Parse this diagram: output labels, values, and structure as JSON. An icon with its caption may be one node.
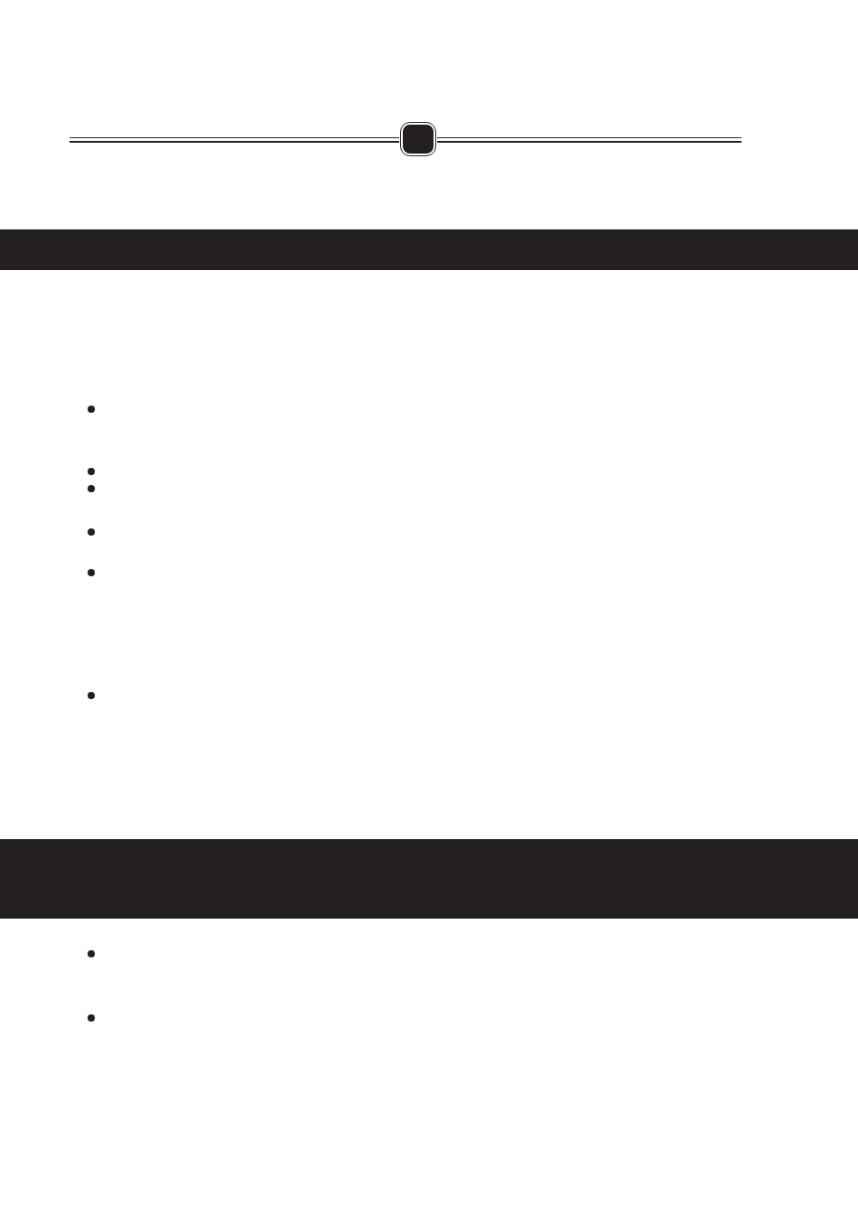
{
  "diagram": {
    "nodes": [
      {
        "text": [],
        "shape": "box"
      },
      {
        "text": [],
        "shape": "bar"
      },
      {
        "text": [],
        "shape": "bar"
      }
    ]
  }
}
